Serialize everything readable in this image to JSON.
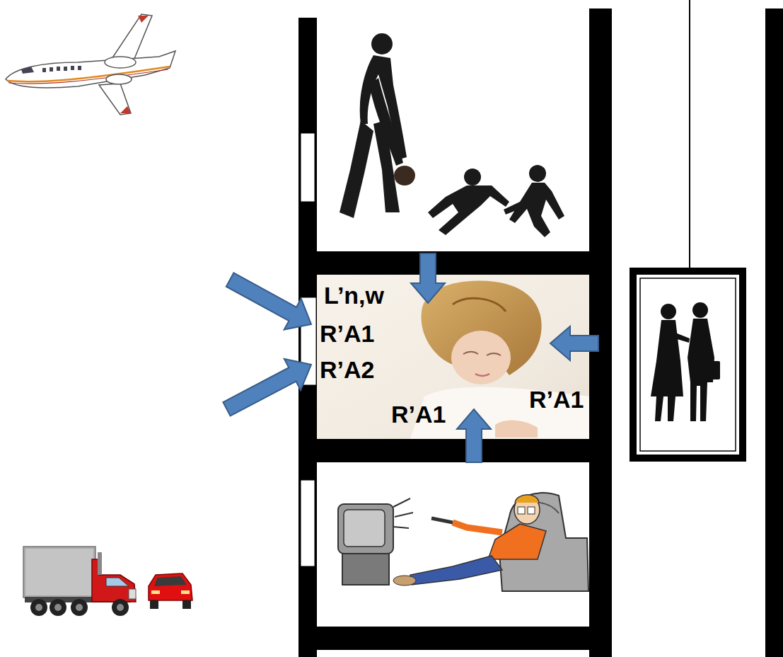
{
  "diagram": {
    "labels": [
      "L’n,w",
      "R’A1",
      "R’A2",
      "R’A1",
      "R’A1"
    ]
  }
}
